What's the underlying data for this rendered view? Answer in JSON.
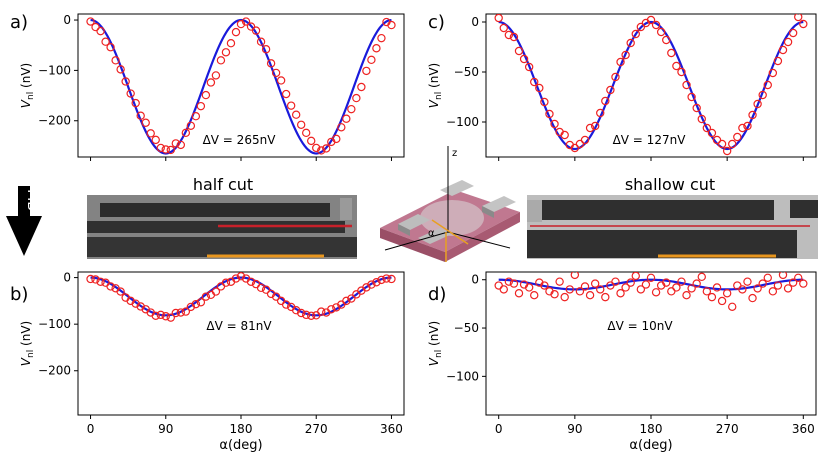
{
  "colors": {
    "fit": "#1a1adb",
    "data": "#ee2222",
    "red_line": "#c8202a",
    "orange_line": "#e8961e",
    "arrow": "#000000"
  },
  "fib_label": "FIB",
  "image_labels": {
    "left": "half cut",
    "right": "shallow cut"
  },
  "inset_axis_labels": {
    "z": "z",
    "alpha": "α"
  },
  "chart_data": [
    {
      "type": "scatter",
      "panel": "a)",
      "xlabel": "",
      "ylabel": "V_nl (nV)",
      "ylabel_main": "V",
      "ylabel_sub": "nl",
      "ylabel_unit": " (nV)",
      "xlim": [
        -15,
        375
      ],
      "ylim": [
        -272,
        12
      ],
      "yticks": [
        "0",
        "−100",
        "−200"
      ],
      "ytick_values": [
        0,
        -100,
        -200
      ],
      "xticks": [
        0,
        90,
        180,
        270,
        360
      ],
      "show_xticklabels": false,
      "annotation": "ΔV = 265nV",
      "fit": {
        "offset": -132.5,
        "amplitude": 132.5
      },
      "x": [
        0,
        6,
        12,
        18,
        24,
        30,
        36,
        42,
        48,
        54,
        60,
        66,
        72,
        78,
        84,
        90,
        96,
        102,
        108,
        114,
        120,
        126,
        132,
        138,
        144,
        150,
        156,
        162,
        168,
        174,
        180,
        186,
        192,
        198,
        204,
        210,
        216,
        222,
        228,
        234,
        240,
        246,
        252,
        258,
        264,
        270,
        276,
        282,
        288,
        294,
        300,
        306,
        312,
        318,
        324,
        330,
        336,
        342,
        348,
        354,
        360
      ],
      "series": [
        {
          "name": "",
          "values": [
            -3,
            -14,
            -22,
            -43,
            -54,
            -80,
            -98,
            -122,
            -146,
            -165,
            -190,
            -204,
            -225,
            -238,
            -254,
            -257,
            -258,
            -245,
            -248,
            -224,
            -210,
            -191,
            -171,
            -149,
            -124,
            -110,
            -80,
            -64,
            -46,
            -24,
            -8,
            -3,
            -13,
            -21,
            -43,
            -58,
            -86,
            -105,
            -120,
            -147,
            -170,
            -188,
            -208,
            -224,
            -240,
            -254,
            -259,
            -255,
            -242,
            -236,
            -213,
            -196,
            -177,
            -155,
            -133,
            -101,
            -79,
            -56,
            -36,
            -4,
            -10
          ]
        }
      ]
    },
    {
      "type": "scatter",
      "panel": "b)",
      "xlabel": "α(deg)",
      "ylabel": "V_nl (nV)",
      "ylabel_main": "V",
      "ylabel_sub": "nl",
      "ylabel_unit": " (nV)",
      "xlim": [
        -15,
        375
      ],
      "ylim": [
        -295,
        12
      ],
      "yticks": [
        "0",
        "−100",
        "−200"
      ],
      "ytick_values": [
        0,
        -100,
        -200
      ],
      "xticks": [
        0,
        90,
        180,
        270,
        360
      ],
      "xticklabels": [
        "0",
        "90",
        "180",
        "270",
        "360"
      ],
      "show_xticklabels": true,
      "annotation": "ΔV = 81nV",
      "fit": {
        "offset": -40.5,
        "amplitude": 40.5
      },
      "x": [
        0,
        6,
        12,
        18,
        24,
        30,
        36,
        42,
        48,
        54,
        60,
        66,
        72,
        78,
        84,
        90,
        96,
        102,
        108,
        114,
        120,
        126,
        132,
        138,
        144,
        150,
        156,
        162,
        168,
        174,
        180,
        186,
        192,
        198,
        204,
        210,
        216,
        222,
        228,
        234,
        240,
        246,
        252,
        258,
        264,
        270,
        276,
        282,
        288,
        294,
        300,
        306,
        312,
        318,
        324,
        330,
        336,
        342,
        348,
        354,
        360
      ],
      "series": [
        {
          "name": "",
          "values": [
            -3,
            -4,
            -9,
            -11,
            -19,
            -23,
            -30,
            -43,
            -50,
            -56,
            -62,
            -68,
            -75,
            -82,
            -80,
            -83,
            -86,
            -76,
            -75,
            -73,
            -63,
            -57,
            -53,
            -41,
            -37,
            -30,
            -19,
            -11,
            -9,
            -2,
            3,
            -2,
            -9,
            -14,
            -22,
            -26,
            -35,
            -41,
            -50,
            -58,
            -63,
            -70,
            -76,
            -80,
            -82,
            -81,
            -73,
            -75,
            -68,
            -64,
            -58,
            -50,
            -45,
            -36,
            -28,
            -21,
            -15,
            -10,
            -5,
            -2,
            -3
          ]
        }
      ]
    },
    {
      "type": "scatter",
      "panel": "c)",
      "xlabel": "",
      "ylabel": "V_nl (nV)",
      "ylabel_main": "V",
      "ylabel_sub": "nl",
      "ylabel_unit": " (nV)",
      "xlim": [
        -15,
        375
      ],
      "ylim": [
        -135,
        8
      ],
      "yticks": [
        "0",
        "−50",
        "−100"
      ],
      "ytick_values": [
        0,
        -50,
        -100
      ],
      "xticks": [
        0,
        90,
        180,
        270,
        360
      ],
      "show_xticklabels": false,
      "annotation": "ΔV = 127nV",
      "fit": {
        "offset": -63.5,
        "amplitude": 63.5
      },
      "x": [
        0,
        6,
        12,
        18,
        24,
        30,
        36,
        42,
        48,
        54,
        60,
        66,
        72,
        78,
        84,
        90,
        96,
        102,
        108,
        114,
        120,
        126,
        132,
        138,
        144,
        150,
        156,
        162,
        168,
        174,
        180,
        186,
        192,
        198,
        204,
        210,
        216,
        222,
        228,
        234,
        240,
        246,
        252,
        258,
        264,
        270,
        276,
        282,
        288,
        294,
        300,
        306,
        312,
        318,
        324,
        330,
        336,
        342,
        348,
        354,
        360
      ],
      "series": [
        {
          "name": "",
          "values": [
            4,
            -6,
            -13,
            -15,
            -29,
            -37,
            -45,
            -60,
            -66,
            -80,
            -92,
            -102,
            -110,
            -113,
            -123,
            -126,
            -122,
            -118,
            -106,
            -104,
            -91,
            -79,
            -68,
            -55,
            -40,
            -33,
            -21,
            -12,
            -5,
            -1,
            2,
            -3,
            -10,
            -18,
            -31,
            -44,
            -50,
            -63,
            -75,
            -86,
            -97,
            -106,
            -111,
            -118,
            -122,
            -129,
            -122,
            -115,
            -106,
            -104,
            -93,
            -82,
            -73,
            -63,
            -51,
            -39,
            -28,
            -20,
            -11,
            5,
            -2
          ]
        }
      ]
    },
    {
      "type": "scatter",
      "panel": "d)",
      "xlabel": "α(deg)",
      "ylabel": "V_nl (nV)",
      "ylabel_main": "V",
      "ylabel_sub": "nl",
      "ylabel_unit": " (nV)",
      "xlim": [
        -15,
        375
      ],
      "ylim": [
        -140,
        8
      ],
      "yticks": [
        "0",
        "−50",
        "−100"
      ],
      "ytick_values": [
        0,
        -50,
        -100
      ],
      "xticks": [
        0,
        90,
        180,
        270,
        360
      ],
      "xticklabels": [
        "0",
        "90",
        "180",
        "270",
        "360"
      ],
      "show_xticklabels": true,
      "annotation": "ΔV = 10nV",
      "fit": {
        "offset": -5,
        "amplitude": 5
      },
      "x": [
        0,
        6,
        12,
        18,
        24,
        30,
        36,
        42,
        48,
        54,
        60,
        66,
        72,
        78,
        84,
        90,
        96,
        102,
        108,
        114,
        120,
        126,
        132,
        138,
        144,
        150,
        156,
        162,
        168,
        174,
        180,
        186,
        192,
        198,
        204,
        210,
        216,
        222,
        228,
        234,
        240,
        246,
        252,
        258,
        264,
        270,
        276,
        282,
        288,
        294,
        300,
        306,
        312,
        318,
        324,
        330,
        336,
        342,
        348,
        354,
        360
      ],
      "series": [
        {
          "name": "",
          "values": [
            -6,
            -10,
            -2,
            -4,
            -14,
            -5,
            -8,
            -16,
            -3,
            -6,
            -12,
            -15,
            -2,
            -18,
            -10,
            5,
            -12,
            -7,
            -16,
            -4,
            -10,
            -18,
            -6,
            -2,
            -14,
            -8,
            -3,
            4,
            -10,
            -5,
            2,
            -13,
            -6,
            -3,
            -12,
            -8,
            -2,
            -16,
            -9,
            -4,
            3,
            -12,
            -18,
            -8,
            -22,
            -14,
            -28,
            -6,
            -10,
            -2,
            -19,
            -9,
            -4,
            2,
            -12,
            -6,
            5,
            -9,
            -3,
            2,
            -4
          ]
        }
      ]
    }
  ]
}
